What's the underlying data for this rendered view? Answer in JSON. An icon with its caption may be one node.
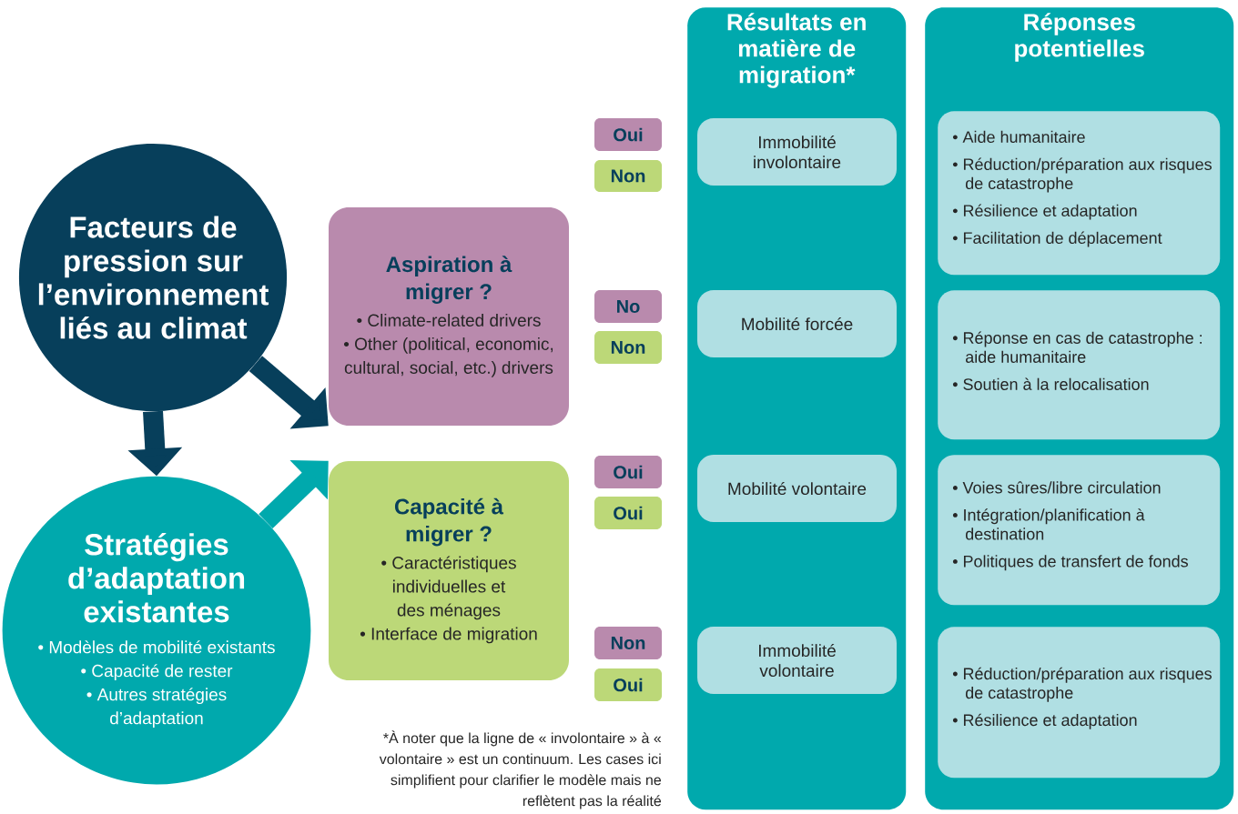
{
  "diagram": {
    "nodes": [
      {
        "text": [
          "Facteurs de pression sur l’environnement liés au climat"
        ]
      },
      {
        "text": [
          "Stratégies d’adaptation existantes",
          "• Modèles de mobilité existants",
          "• Capacité de rester",
          "• Autres stratégies d’adaptation"
        ]
      },
      {
        "text": [
          "Aspiration à migrer ?",
          "• Climate-related drivers",
          "• Other (political, economic, cultural, social, etc.) drivers"
        ]
      },
      {
        "text": [
          "Capacité à migrer ?",
          "• Caractéristiques individuelles et des ménages",
          "• Interface de migration"
        ]
      },
      {
        "text": [
          "Oui"
        ]
      },
      {
        "text": [
          "Non"
        ]
      },
      {
        "text": [
          "No"
        ]
      },
      {
        "text": [
          "Non"
        ]
      },
      {
        "text": [
          "Oui"
        ]
      },
      {
        "text": [
          "Oui"
        ]
      },
      {
        "text": [
          "Non"
        ]
      },
      {
        "text": [
          "Oui"
        ]
      },
      {
        "text": [
          "Résultats en matière de migration*"
        ]
      },
      {
        "text": [
          "Immobilité involontaire"
        ],
        "in": 12
      },
      {
        "text": [
          "Mobilité forcée"
        ],
        "in": 12
      },
      {
        "text": [
          "Mobilité volontaire"
        ],
        "in": 12
      },
      {
        "text": [
          "Immobilité volontaire"
        ],
        "in": 12
      },
      {
        "text": [
          "Réponses potentielles"
        ]
      },
      {
        "text": [
          "• Aide humanitaire",
          "• Réduction/préparation aux risques de catastrophe",
          "• Résilience et adaptation",
          "• Facilitation de déplacement"
        ],
        "in": 17
      },
      {
        "text": [
          "• Réponse en cas de catastrophe : aide humanitaire",
          "• Soutien à la relocalisation"
        ],
        "in": 17
      },
      {
        "text": [
          "• Voies sûres/libre circulation",
          "• Intégration/planification à destination",
          "• Politiques de transfert de fonds"
        ],
        "in": 17
      },
      {
        "text": [
          "• Réduction/préparation aux risques de catastrophe",
          "• Résilience et adaptation"
        ],
        "in": 17
      }
    ],
    "edges": [
      {
        "from": 0,
        "to": 1,
        "arrow": "to"
      },
      {
        "from": 0,
        "to": 2,
        "arrow": "to"
      },
      {
        "from": 1,
        "to": 3,
        "arrow": "to",
        "color": "#00a9ad"
      }
    ],
    "labels": [
      "*À noter que la ligne de « involontaire » à « volontaire » est un continuum. Les cases ici simplifient pour clarifier le modèle mais ne reflètent pas la réalité"
    ]
  }
}
